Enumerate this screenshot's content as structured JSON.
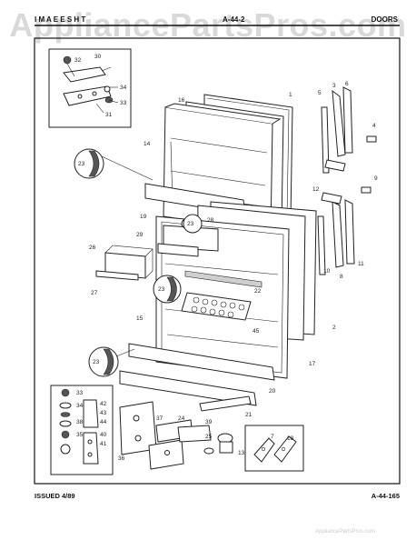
{
  "header": {
    "left_code": "I M A E E S H T",
    "center_code": "A-44-2",
    "section_title": "DOORS"
  },
  "watermark": "AppliancePartsPros.com",
  "footer": {
    "issued": "ISSUED 4/89",
    "page_id": "A-44-165",
    "bottom_watermark": "AppliancePartsPros.com"
  },
  "callouts": [
    "1",
    "2",
    "3",
    "4",
    "5",
    "6",
    "7",
    "8",
    "9",
    "10",
    "11",
    "12",
    "13",
    "14",
    "15",
    "16",
    "17",
    "18",
    "19",
    "20",
    "21",
    "22",
    "23",
    "23",
    "23",
    "23",
    "24",
    "25",
    "26",
    "27",
    "28",
    "29",
    "30",
    "31",
    "32",
    "33",
    "33",
    "34",
    "34",
    "35",
    "36",
    "37",
    "38",
    "39",
    "40",
    "41",
    "42",
    "43",
    "44",
    "45"
  ]
}
